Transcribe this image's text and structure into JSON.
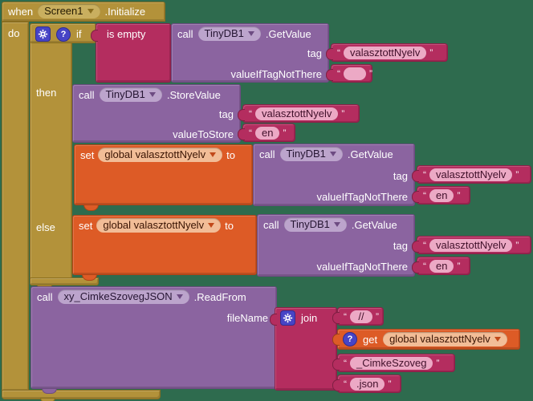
{
  "labels": {
    "when": "when",
    "do": "do",
    "if": "if",
    "then": "then",
    "else": "else",
    "call": "call",
    "set": "set",
    "to": "to",
    "get": "get",
    "join": "join",
    "is_empty": "is empty",
    "tag": "tag",
    "value_if_tag_not_there": "valueIfTagNotThere",
    "value_to_store": "valueToStore",
    "file_name": "fileName"
  },
  "dropdowns": {
    "screen": "Screen1",
    "tinydb": "TinyDB1",
    "json_component": "xy_CimkeSzovegJSON",
    "global_var": "global valasztottNyelv"
  },
  "methods": {
    "initialize": ".Initialize",
    "get_value": ".GetValue",
    "store_value": ".StoreValue",
    "read_from": ".ReadFrom"
  },
  "strings": {
    "valasztott_nyelv": "valasztottNyelv",
    "empty": "",
    "en": "en",
    "slashes": "//",
    "cimke_szoveg": "_CimkeSzoveg",
    "json_ext": ".json"
  },
  "punctuation": {
    "open_quote": "“",
    "close_quote": "”",
    "question_mark": "?"
  },
  "colors": {
    "background": "#2E6B4E",
    "control_gold": "#B3923A",
    "text_crimson": "#B42D5F",
    "component_purple": "#8B64A0",
    "variable_orange": "#DD5B26",
    "icon_indigo": "#4744C6"
  }
}
